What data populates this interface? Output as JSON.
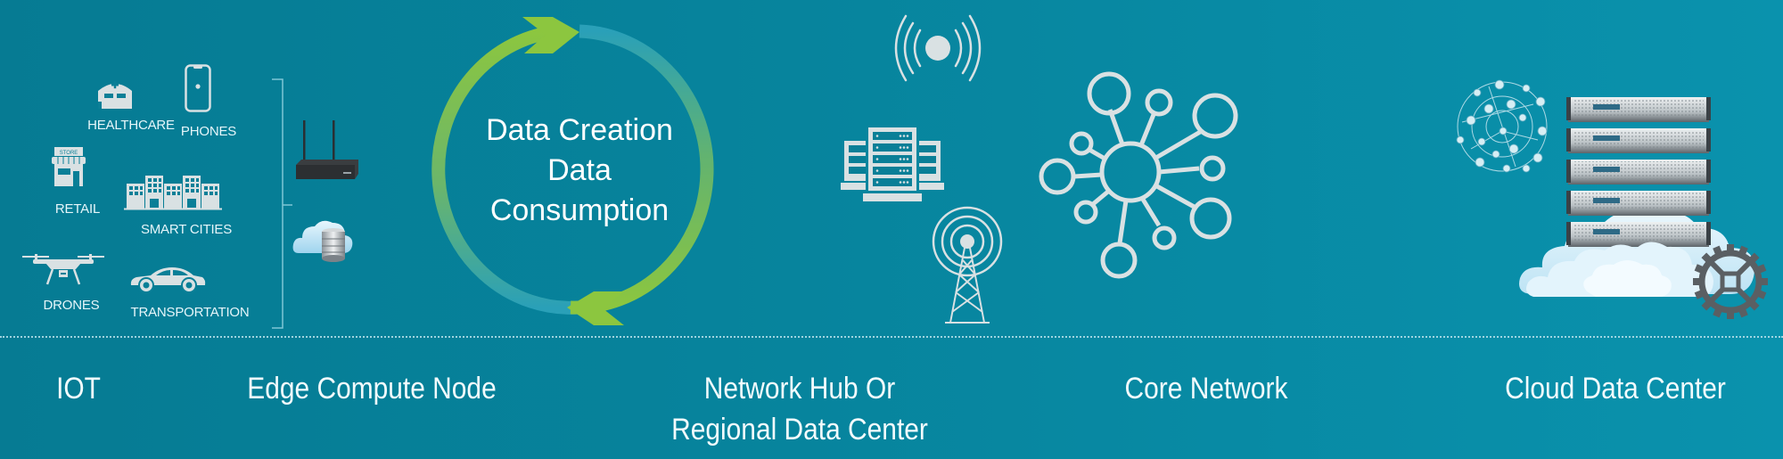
{
  "iot": {
    "items": [
      {
        "label": "HEALTHCARE",
        "icon": "hospital-icon"
      },
      {
        "label": "PHONES",
        "icon": "smartphone-icon"
      },
      {
        "label": "RETAIL",
        "icon": "store-icon",
        "icon_text": "STORE"
      },
      {
        "label": "SMART CITIES",
        "icon": "city-buildings-icon"
      },
      {
        "label": "DRONES",
        "icon": "drone-icon"
      },
      {
        "label": "TRANSPORTATION",
        "icon": "car-icon"
      }
    ]
  },
  "edge": {
    "icons": [
      "wifi-router-icon",
      "cloud-database-icon"
    ]
  },
  "cycle": {
    "lines": [
      "Data Creation",
      "Data",
      "Consumption"
    ],
    "colors": {
      "arrow": "#8cc63f",
      "ring": "#2aa0b8"
    }
  },
  "network_hub": {
    "icons": [
      "broadcast-signal-icon",
      "server-rack-icon",
      "radio-tower-icon"
    ]
  },
  "core_network": {
    "icon": "hub-network-icon"
  },
  "cloud": {
    "icons": [
      "iot-network-globe-icon",
      "server-stack-icon",
      "cloud-icon",
      "gear-icon"
    ]
  },
  "stages": [
    {
      "label": "IOT"
    },
    {
      "label": "Edge Compute Node"
    },
    {
      "label_line1": "Network Hub Or",
      "label_line2": "Regional Data Center"
    },
    {
      "label": "Core Network"
    },
    {
      "label": "Cloud Data Center"
    }
  ],
  "colors": {
    "background_left": "#067b93",
    "background_right": "#0a92ad",
    "icon_fill": "#d9e1e3",
    "divider": "#b9e3ec"
  }
}
